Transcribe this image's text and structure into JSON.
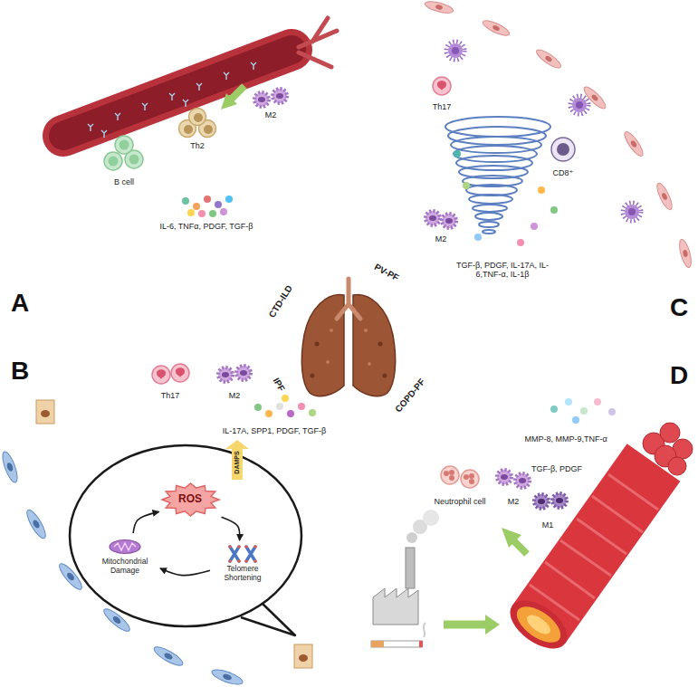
{
  "diagram": {
    "nodes": [
      {
        "text": [
          "A"
        ]
      },
      {
        "text": [
          "B"
        ]
      },
      {
        "text": [
          "C"
        ]
      },
      {
        "text": [
          "D"
        ]
      },
      {
        "text": [
          "ROS"
        ],
        "in": 1
      },
      {
        "text": [
          "Mitochondrial Damage"
        ],
        "in": 1
      },
      {
        "text": [
          "Telomere Shortening"
        ],
        "in": 1
      }
    ],
    "edges": [
      {
        "from": 4,
        "to": 6,
        "arrow": "to"
      },
      {
        "from": 6,
        "to": 5,
        "arrow": "to"
      },
      {
        "from": 5,
        "to": 4,
        "arrow": "to"
      }
    ],
    "labels": [
      "CTD-ILD",
      "IPF",
      "PV-PF",
      "COPD-PF",
      "B cell",
      "Th2",
      "M2",
      "IL-6, TNFα, PDGF, TGF-β",
      "Th17",
      "M2",
      "IL-17A, SPP1, PDGF, TGF-β",
      "DAMPS",
      "Th17",
      "CD8⁺",
      "M2",
      "TGF-β, PDGF, IL-17A, IL-6,TNF-α, IL-1β",
      "MMP-8, MMP-9,TNF-α",
      "TGF-β, PDGF",
      "Neutrophil cell",
      "M2",
      "M1"
    ]
  }
}
